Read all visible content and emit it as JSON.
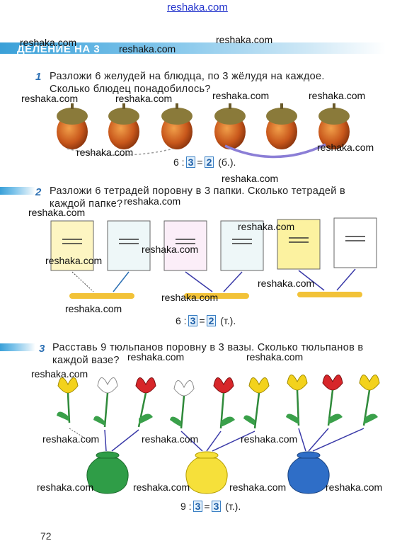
{
  "watermarks": {
    "top": "reshaka.com",
    "label": "reshaka.com"
  },
  "section": {
    "title": "ДЕЛЕНИЕ НА 3"
  },
  "task1": {
    "number": "1",
    "line1": "Разложи 6 желудей на блюдца, по 3 жёлудя на каждое.",
    "line2": "Сколько блюдец понадобилось?",
    "eq_left": "6 :",
    "eq_box1": "3",
    "eq_mid": "=",
    "eq_box2": "2",
    "eq_unit": "(б.)."
  },
  "task2": {
    "number": "2",
    "line1": "Разложи 6 тетрадей поровну в 3 папки. Сколько тетрадей в",
    "line2": "каждой папке?",
    "eq_left": "6 :",
    "eq_box1": "3",
    "eq_mid": "=",
    "eq_box2": "2",
    "eq_unit": "(т.)."
  },
  "task3": {
    "number": "3",
    "line1": "Расставь 9 тюльпанов поровну в 3 вазы. Сколько тюльпанов в",
    "line2": "каждой вазе?",
    "eq_left": "9 :",
    "eq_box1": "3",
    "eq_mid": "=",
    "eq_box2": "3",
    "eq_unit": "(т.)."
  },
  "page_number": "72",
  "colors": {
    "accent_blue": "#2b6fb3",
    "acorn": "#c8571b",
    "plate": "#f2c238",
    "tulip_yellow": "#f3d21c",
    "tulip_red": "#d7262a",
    "vase_green": "#2f9d47",
    "vase_yellow": "#f6e03a",
    "vase_blue": "#2f6ec7"
  }
}
